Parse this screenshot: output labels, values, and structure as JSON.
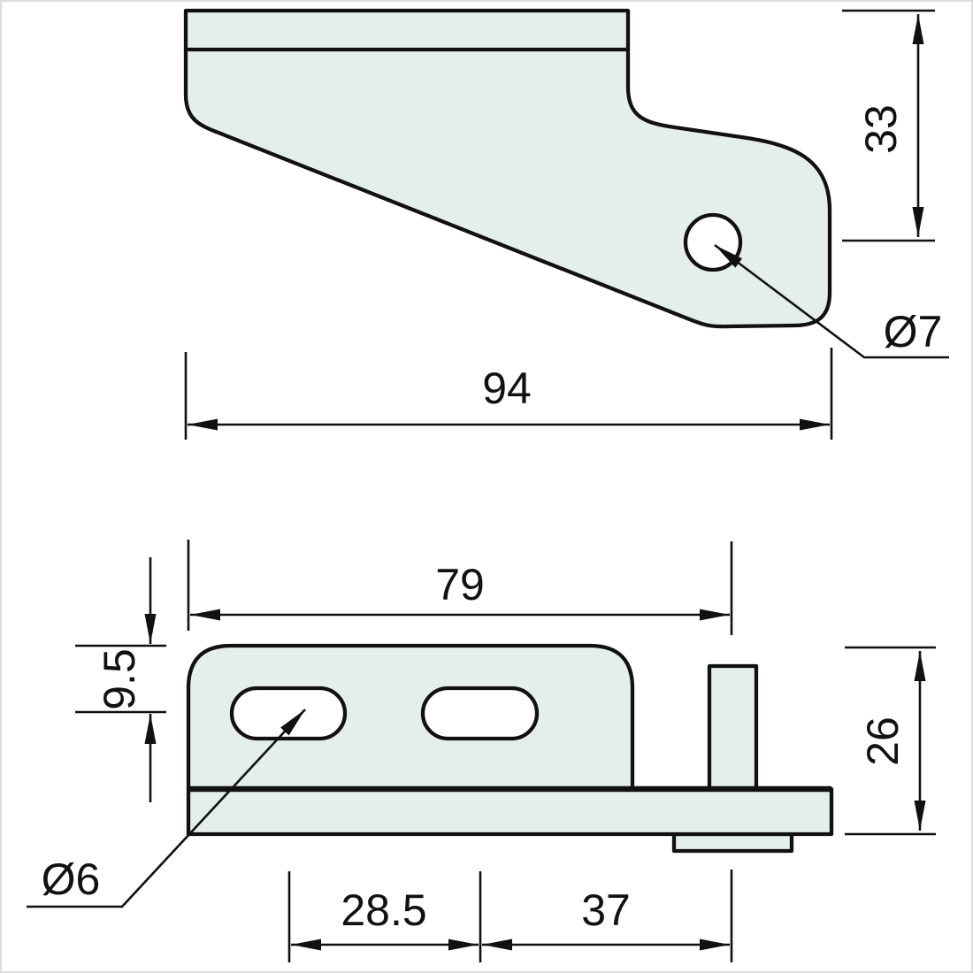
{
  "colors": {
    "part_fill": "#e4efeb",
    "line": "#111111",
    "background": "#ffffff"
  },
  "side_view": {
    "dim_top_to_hole_center": "33",
    "dim_overall_length": "94",
    "hole_diameter_label": "Ø7"
  },
  "front_view": {
    "dim_flange_to_pin_length": "79",
    "dim_top_to_slot_center": "9.5",
    "dim_overall_height": "26",
    "slot_diameter_label": "Ø6",
    "dim_slot_to_slot": "28.5",
    "dim_slot_to_pin": "37"
  }
}
